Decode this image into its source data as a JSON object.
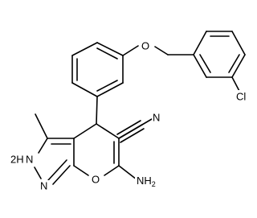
{
  "figure": {
    "background_color": "#ffffff",
    "line_color": "#000000",
    "labels": {
      "cl": "Cl",
      "ether_o": "O",
      "pyran_o": "O",
      "nitrile_n": "N",
      "nh": "2H",
      "nh_n": "N",
      "pyrazole_n": "N",
      "amine": "NH",
      "amine_sub": "2"
    }
  }
}
